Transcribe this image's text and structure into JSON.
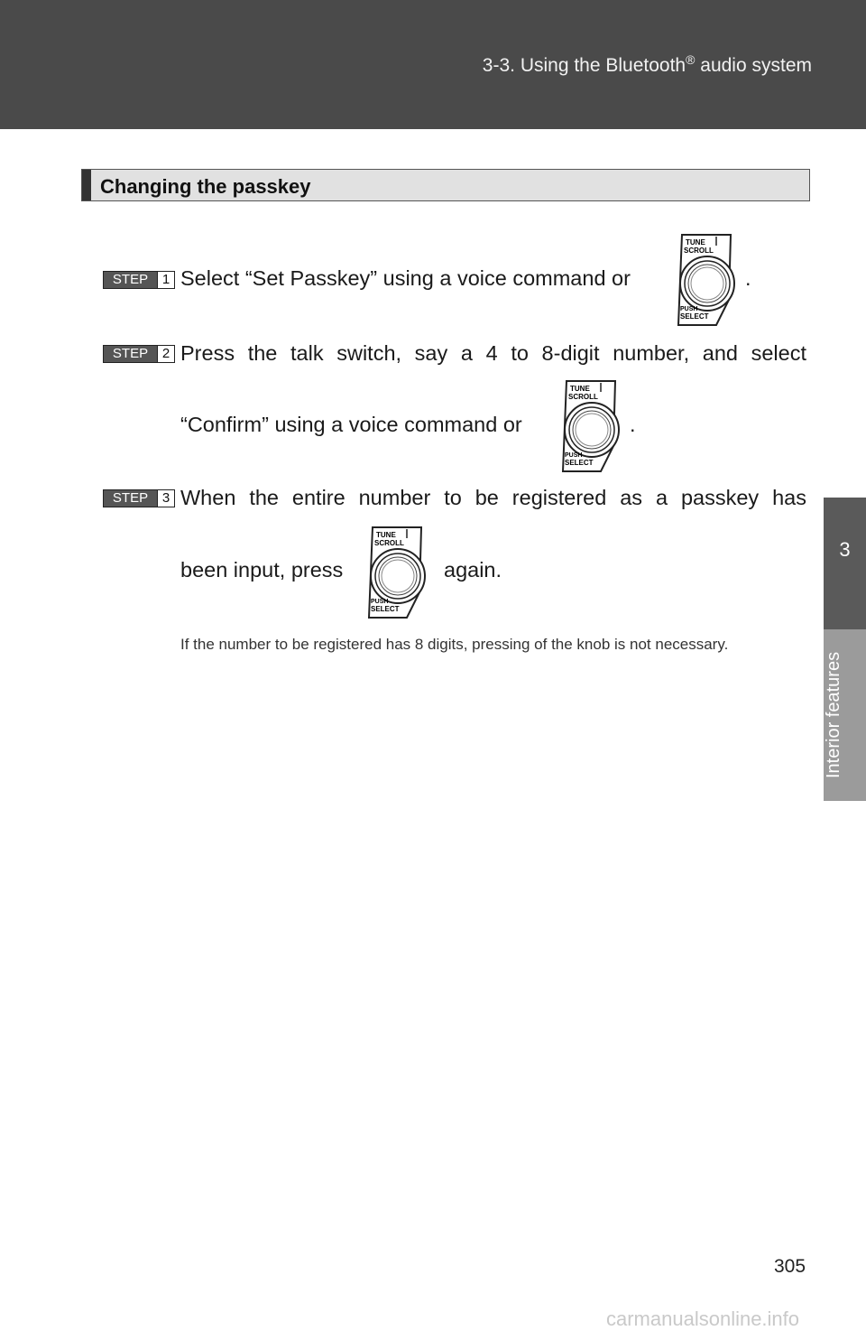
{
  "header": {
    "title_pre": "3-3. Using the Bluetooth",
    "title_reg": "®",
    "title_post": " audio system"
  },
  "side_tab": {
    "number": "3",
    "label": "Interior features"
  },
  "section": {
    "title": "Changing the passkey"
  },
  "step_label": "STEP",
  "steps": [
    {
      "number": "1",
      "line1": "Select “Set Passkey” using a voice command or",
      "line1_end": "."
    },
    {
      "number": "2",
      "line1": "Press the talk switch, say a 4 to 8-digit number, and select",
      "line2": "“Confirm” using a voice command or",
      "line2_end": "."
    },
    {
      "number": "3",
      "line1": "When the entire number to be registered as a passkey has",
      "line2": "been input, press",
      "line2_end": "again."
    }
  ],
  "knob": {
    "top_label_1": "TUNE",
    "top_label_2": "SCROLL",
    "bottom_label_1": "PUSH",
    "bottom_label_2": "SELECT"
  },
  "note": "If the number to be registered has 8 digits, pressing of the knob is not necessary.",
  "page_number": "305",
  "watermark": "carmanualsonline.info"
}
